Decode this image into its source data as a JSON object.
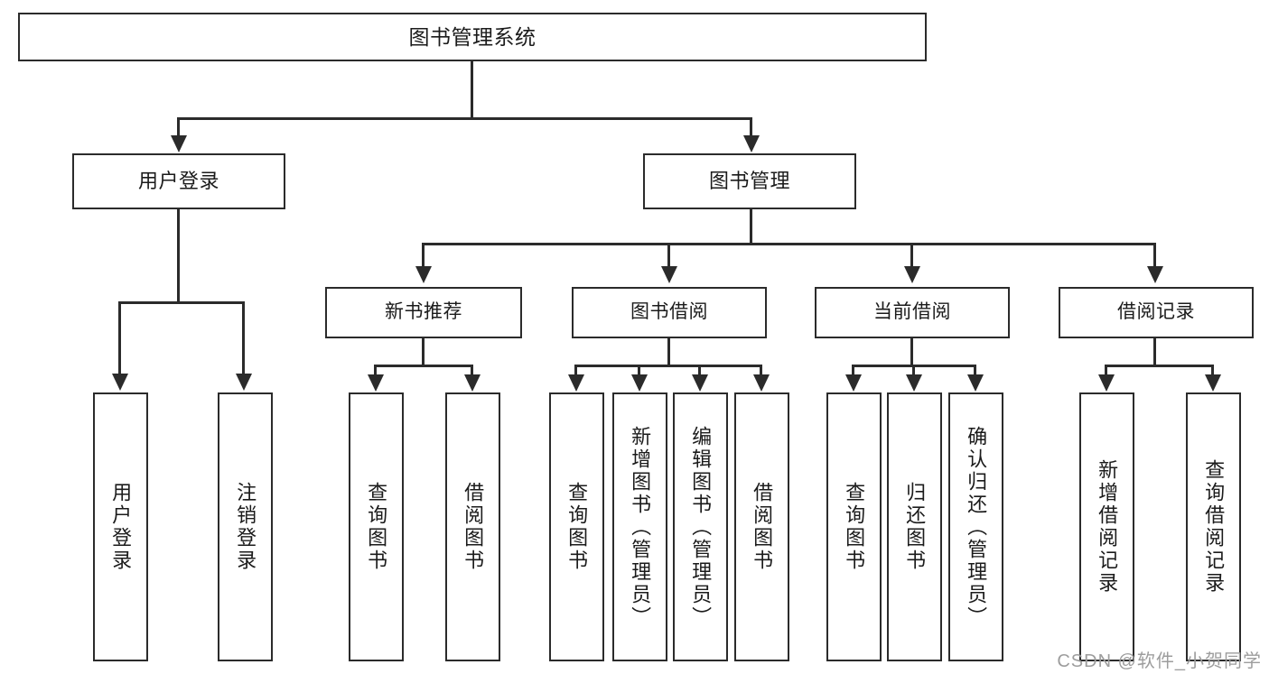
{
  "diagram": {
    "type": "tree",
    "title": "图书管理系统",
    "root": {
      "label": "图书管理系统"
    },
    "level2": [
      {
        "id": "user-login",
        "label": "用户登录"
      },
      {
        "id": "book-manage",
        "label": "图书管理"
      }
    ],
    "level3": [
      {
        "id": "new-book-recommend",
        "label": "新书推荐",
        "parent": "book-manage"
      },
      {
        "id": "book-borrow",
        "label": "图书借阅",
        "parent": "book-manage"
      },
      {
        "id": "current-borrow",
        "label": "当前借阅",
        "parent": "book-manage"
      },
      {
        "id": "borrow-record",
        "label": "借阅记录",
        "parent": "book-manage"
      }
    ],
    "leaves": [
      {
        "id": "leaf-user-login",
        "label": "用户登录",
        "parent": "user-login"
      },
      {
        "id": "leaf-user-logout",
        "label": "注销登录",
        "parent": "user-login"
      },
      {
        "id": "leaf-query-book-1",
        "label": "查询图书",
        "parent": "new-book-recommend"
      },
      {
        "id": "leaf-borrow-book-1",
        "label": "借阅图书",
        "parent": "new-book-recommend"
      },
      {
        "id": "leaf-query-book-2",
        "label": "查询图书",
        "parent": "book-borrow"
      },
      {
        "id": "leaf-add-book",
        "label": "新增图书（管理员）",
        "parent": "book-borrow"
      },
      {
        "id": "leaf-edit-book",
        "label": "编辑图书（管理员）",
        "parent": "book-borrow"
      },
      {
        "id": "leaf-borrow-book-2",
        "label": "借阅图书",
        "parent": "book-borrow"
      },
      {
        "id": "leaf-query-book-3",
        "label": "查询图书",
        "parent": "current-borrow"
      },
      {
        "id": "leaf-return-book",
        "label": "归还图书",
        "parent": "current-borrow"
      },
      {
        "id": "leaf-confirm-return",
        "label": "确认归还（管理员）",
        "parent": "current-borrow"
      },
      {
        "id": "leaf-add-record",
        "label": "新增借阅记录",
        "parent": "borrow-record"
      },
      {
        "id": "leaf-query-record",
        "label": "查询借阅记录",
        "parent": "borrow-record"
      }
    ]
  },
  "watermark": {
    "text": "CSDN @软件_小贺同学"
  },
  "colors": {
    "stroke": "#2b2b2b",
    "background": "#ffffff",
    "text": "#1b1b1b",
    "watermark": "#9d9d9d"
  }
}
